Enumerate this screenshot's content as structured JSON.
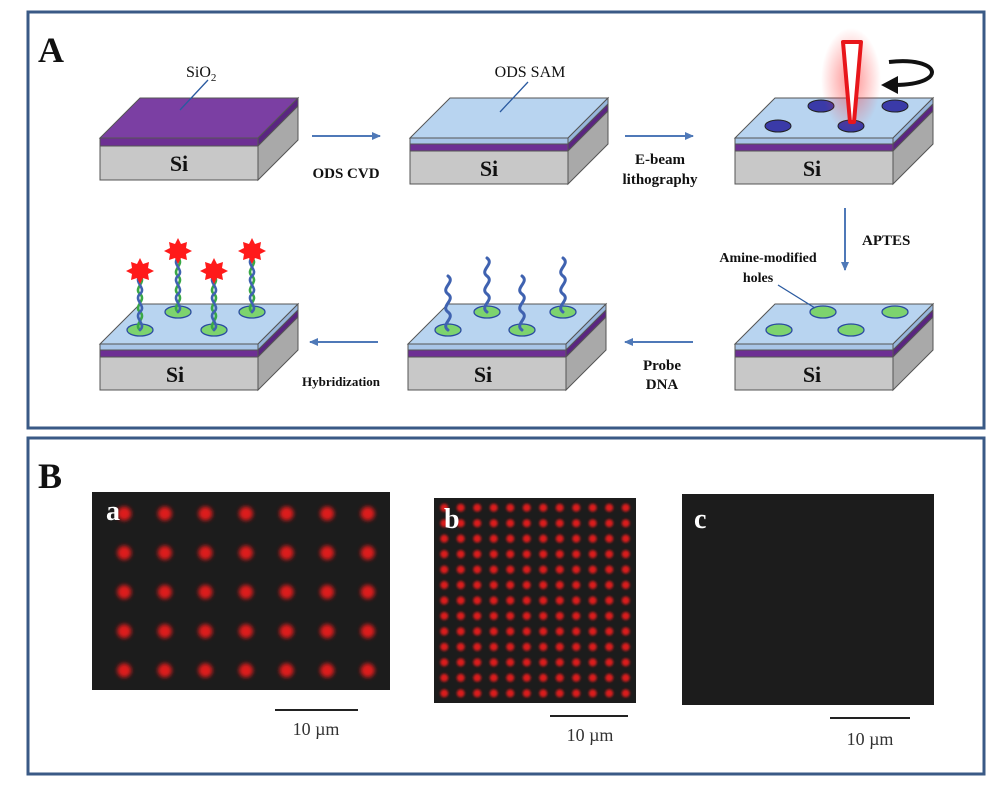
{
  "panel_a": {
    "label": "A",
    "sio2_prefix": "SiO",
    "sio2_subscript": "2",
    "ods_sam_label": "ODS SAM",
    "si_label": "Si",
    "steps": {
      "ods_cvd": "ODS CVD",
      "ebeam_line1": "E-beam",
      "ebeam_line2": "lithography",
      "aptes": "APTES",
      "probe_line1": "Probe",
      "probe_line2": "DNA",
      "hybridization": "Hybridization"
    },
    "amine_line1": "Amine-modified",
    "amine_line2": "holes"
  },
  "panel_b": {
    "label": "B",
    "images": [
      {
        "label": "a",
        "scale_bar": "10 µm",
        "grid": [
          7,
          5
        ]
      },
      {
        "label": "b",
        "scale_bar": "10 µm",
        "grid": [
          12,
          13
        ]
      },
      {
        "label": "c",
        "scale_bar": "10 µm",
        "grid": [
          0,
          0
        ]
      }
    ]
  },
  "colors": {
    "frame": "#3a5a86",
    "arrow": "#4f79b8",
    "sio2": "#7b3fa3",
    "ods": "#b8d4f0",
    "si_side": "#c8c8c8",
    "hole_blue": "#3a3aa8",
    "hole_green": "#7dd36e",
    "dna": "#3f62b0",
    "dna_green": "#3aa846",
    "fluor": "#ff1a1a",
    "dark": "#1c1c1c"
  }
}
